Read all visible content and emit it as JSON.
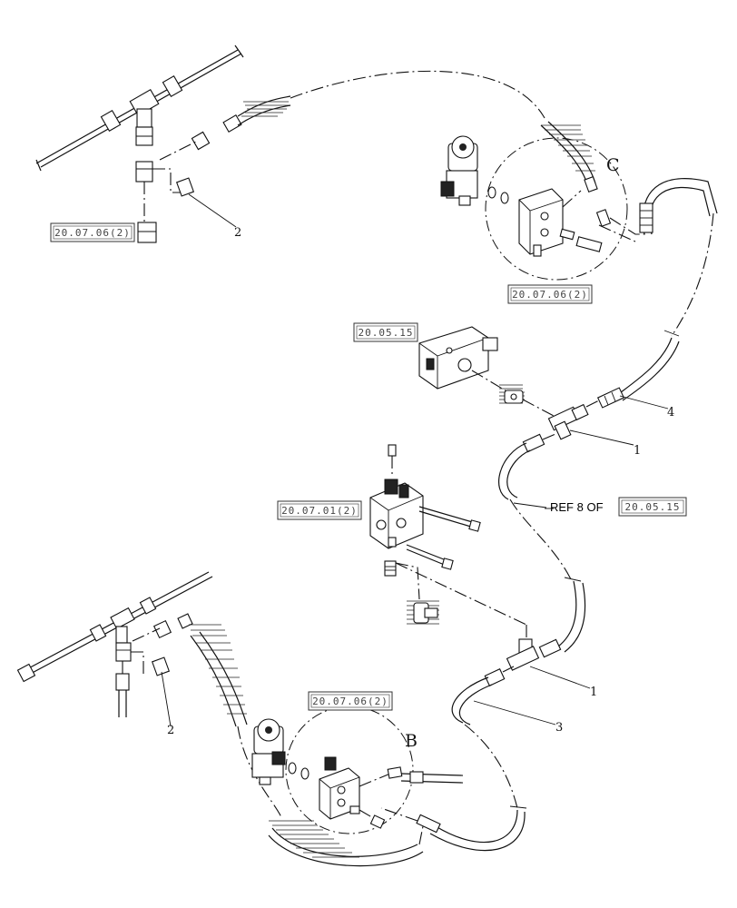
{
  "references": {
    "top_left": "20.07.06(2)",
    "detail_c": "20.07.06(2)",
    "valve_upper": "20.05.15",
    "valve_middle": "20.07.01(2)",
    "detail_b": "20.07.06(2)",
    "ref_note_box": "20.05.15"
  },
  "note": {
    "prefix": "REF 8 OF"
  },
  "callouts": {
    "item_2_top": "2",
    "item_4": "4",
    "item_1_upper": "1",
    "item_1_lower": "1",
    "item_3": "3",
    "item_2_bottom": "2"
  },
  "detail_labels": {
    "c": "C",
    "b": "B"
  }
}
